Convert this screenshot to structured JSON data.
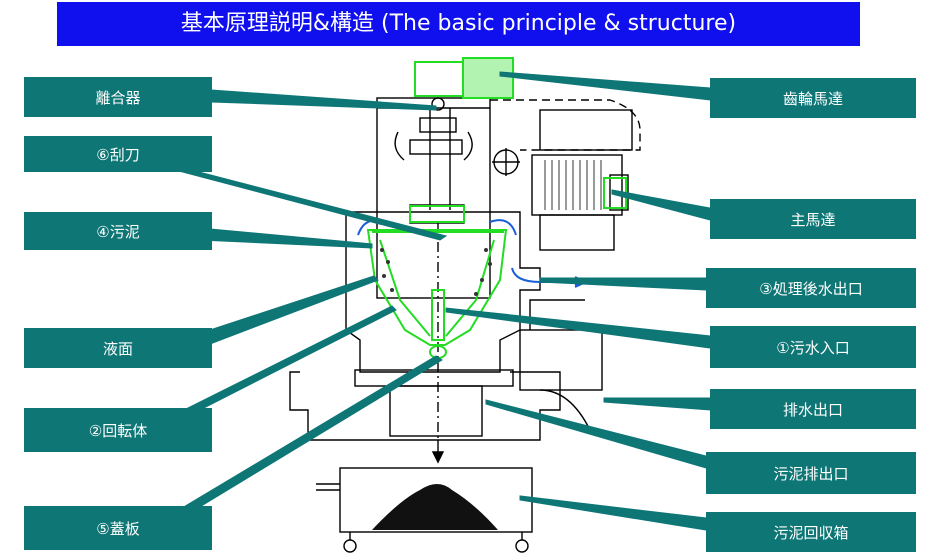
{
  "title": "基本原理説明&構造 (The basic principle & structure)",
  "labels": {
    "clutch": "離合器",
    "scraper": "⑥刮刀",
    "sludge": "④污泥",
    "liquid_surface": "液面",
    "rotor": "②回転体",
    "cover_plate": "⑤蓋板",
    "gear_motor": "齒輪馬達",
    "main_motor": "主馬達",
    "treated_outlet": "③処理後水出口",
    "inlet": "①污水入口",
    "drain_outlet": "排水出口",
    "sludge_outlet": "污泥排出口",
    "sludge_box": "污泥回収箱"
  },
  "colors": {
    "title_bg": "#1010ee",
    "label_bg": "#0f7676",
    "highlight": "#22dd22",
    "flow_arrow": "#1a5fd6"
  }
}
